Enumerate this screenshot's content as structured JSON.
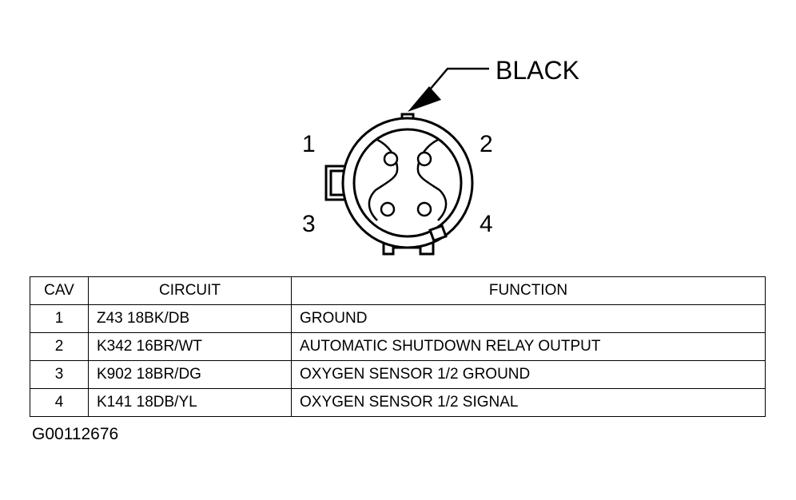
{
  "connector": {
    "color_label": "BLACK",
    "pins": [
      "1",
      "2",
      "3",
      "4"
    ]
  },
  "table": {
    "headers": {
      "cav": "CAV",
      "circuit": "CIRCUIT",
      "function": "FUNCTION"
    },
    "rows": [
      {
        "cav": "1",
        "circuit": "Z43 18BK/DB",
        "function": "GROUND"
      },
      {
        "cav": "2",
        "circuit": "K342 16BR/WT",
        "function": "AUTOMATIC SHUTDOWN RELAY OUTPUT"
      },
      {
        "cav": "3",
        "circuit": "K902 18BR/DG",
        "function": "OXYGEN SENSOR 1/2 GROUND"
      },
      {
        "cav": "4",
        "circuit": "K141 18DB/YL",
        "function": "OXYGEN SENSOR 1/2 SIGNAL"
      }
    ]
  },
  "figure_id": "G00112676"
}
